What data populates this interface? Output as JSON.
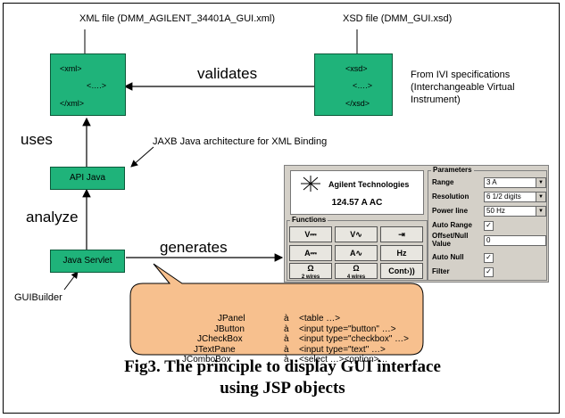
{
  "xml_file_label": "XML file (DMM_AGILENT_34401A_GUI.xml)",
  "xsd_file_label": "XSD file (DMM_GUI.xsd)",
  "xml_box": [
    "<xml>",
    "<….>",
    "</xml>"
  ],
  "xsd_box": [
    "<xsd>",
    "<….>",
    "</xsd>"
  ],
  "validates": "validates",
  "ivi_note": [
    "From IVI specifications",
    "(Interchangeable Virtual",
    "Instrument)"
  ],
  "uses": "uses",
  "jaxb_note": "JAXB Java architecture for XML Binding",
  "api_java": "API Java",
  "analyze": "analyze",
  "java_servlet": "Java Servlet",
  "generates": "generates",
  "guibuilder": "GUIBuilder",
  "panel": {
    "brand": "Agilent Technologies",
    "reading": "124.57 A AC",
    "functions_title": "Functions",
    "buttons": [
      "V⎓",
      "V∿",
      "⇥",
      "A⎓",
      "A∿",
      "Hz",
      "Ω",
      "Ω",
      "Cont›))"
    ],
    "button_subs": [
      "",
      "",
      "",
      "",
      "",
      "",
      "2 wires",
      "4 wires",
      ""
    ],
    "parameters_title": "Parameters",
    "range_label": "Range",
    "range_value": "3 A",
    "resolution_label": "Resolution",
    "resolution_value": "6 1/2 digits",
    "powerline_label": "Power line",
    "powerline_value": "50 Hz",
    "autorange_label": "Auto Range",
    "offset_label": "Offset/Null Value",
    "offset_value": "0",
    "autonull_label": "Auto Null",
    "filter_label": "Filter",
    "check_mark": "✓"
  },
  "mappings": [
    {
      "java": "JPanel",
      "arrow": "à",
      "html": "<table …>"
    },
    {
      "java": "JButton",
      "arrow": "à",
      "html": "<input type=\"button\" …>"
    },
    {
      "java": "JCheckBox",
      "arrow": "à",
      "html": "<input type=\"checkbox\" …>"
    },
    {
      "java": "JTextPane",
      "arrow": "à",
      "html": "<input type=\"text\" …>"
    },
    {
      "java": "JComboBox",
      "arrow": "à",
      "html": "<select …><option>…"
    }
  ],
  "caption": [
    "Fig3. The principle to display GUI interface",
    "using JSP objects"
  ],
  "colors": {
    "box_green": "#1fb37a",
    "bubble": "#f7c08e"
  }
}
